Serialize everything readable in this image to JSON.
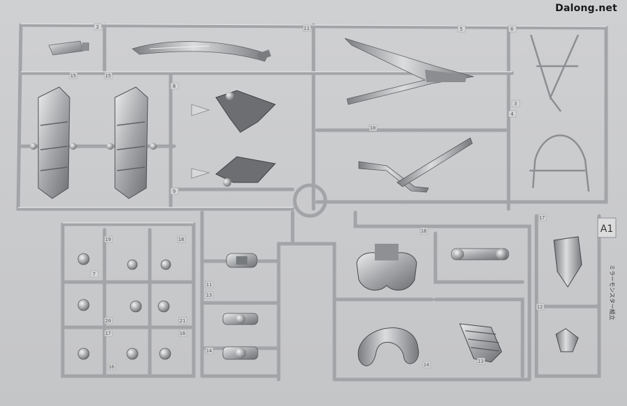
{
  "watermark": "Dalong.net",
  "runner_label": "A1",
  "side_text": "ミラーモンスター組立",
  "part_numbers": [
    "2",
    "11",
    "5",
    "3",
    "15",
    "15",
    "8",
    "9",
    "10",
    "4",
    "19",
    "18",
    "7",
    "11",
    "20",
    "21",
    "17",
    "16",
    "13",
    "14",
    "14",
    "13",
    "16",
    "18",
    "17",
    "12",
    "6"
  ],
  "colors": {
    "background": "#c9cacc",
    "plastic": "#a9abae",
    "plastic_dark": "#6e7073",
    "plastic_light": "#e8e9ea"
  }
}
